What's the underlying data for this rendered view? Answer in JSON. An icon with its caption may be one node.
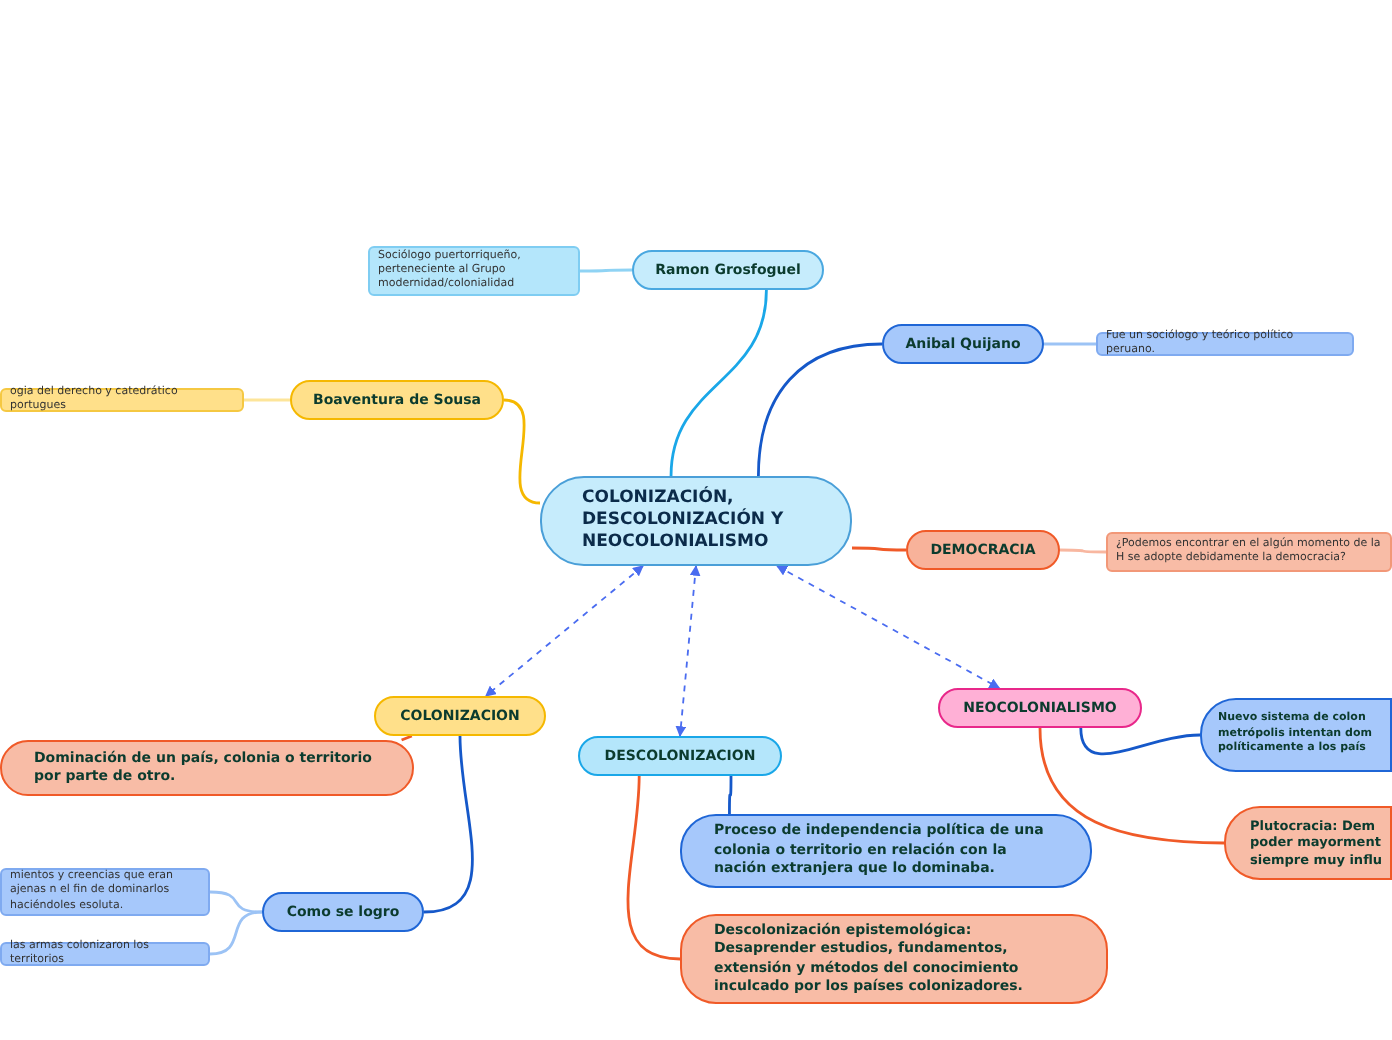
{
  "diagram": {
    "nodes": [
      {
        "text": [
          "COLONIZACIÓN, DESCOLONIZACIÓN Y NEOCOLONIALISMO"
        ]
      },
      {
        "text": [
          "Ramon Grosfoguel"
        ]
      },
      {
        "text": [
          "Sociólogo puertorriqueño, perteneciente al Grupo modernidad/colonialidad"
        ]
      },
      {
        "text": [
          "Boaventura de Sousa"
        ]
      },
      {
        "text": [
          "ogia del derecho y catedrático portugues"
        ]
      },
      {
        "text": [
          "Anibal Quijano"
        ]
      },
      {
        "text": [
          "Fue un sociólogo y teórico político peruano."
        ]
      },
      {
        "text": [
          "DEMOCRACIA"
        ]
      },
      {
        "text": [
          "¿Podemos encontrar en el algún momento de la H se adopte debidamente la democracia?"
        ]
      },
      {
        "text": [
          "COLONIZACION"
        ]
      },
      {
        "text": [
          "Dominación de un país, colonia o territorio por parte de otro."
        ]
      },
      {
        "text": [
          "Como se logro"
        ]
      },
      {
        "text": [
          "mientos y creencias que eran ajenas n el fin de dominarlos haciéndoles esoluta."
        ]
      },
      {
        "text": [
          "las armas colonizaron los territorios"
        ]
      },
      {
        "text": [
          "DESCOLONIZACION"
        ]
      },
      {
        "text": [
          "Proceso de independencia política de una colonia o territorio en relación con la nación extranjera que lo dominaba."
        ]
      },
      {
        "text": [
          "Descolonización epistemológica: Desaprender estudios, fundamentos, extensión y métodos del conocimiento inculcado por los países colonizadores."
        ]
      },
      {
        "text": [
          "NEOCOLONIALISMO"
        ]
      },
      {
        "text": [
          "Nuevo sistema de colon metrópolis intentan dom políticamente a los país"
        ]
      },
      {
        "text": [
          "Plutocracia: Dem poder mayorment siempre muy influ"
        ]
      }
    ],
    "edges": [
      {
        "from": 0,
        "to": 1,
        "arrow": "none",
        "color": "#1aa7e8"
      },
      {
        "from": 1,
        "to": 2,
        "arrow": "none",
        "color": "#8fd3f4"
      },
      {
        "from": 0,
        "to": 3,
        "arrow": "none",
        "color": "#f5b800"
      },
      {
        "from": 3,
        "to": 4,
        "arrow": "none",
        "color": "#fde59a"
      },
      {
        "from": 0,
        "to": 5,
        "arrow": "none",
        "color": "#1558c9"
      },
      {
        "from": 5,
        "to": 6,
        "arrow": "none",
        "color": "#9cc3f5"
      },
      {
        "from": 0,
        "to": 7,
        "arrow": "none",
        "color": "#f05a28"
      },
      {
        "from": 7,
        "to": 8,
        "arrow": "none",
        "color": "#f8b7a0"
      },
      {
        "from": 0,
        "to": 9,
        "arrow": "both",
        "style": "dashed",
        "color": "#4a6cf0"
      },
      {
        "from": 0,
        "to": 14,
        "arrow": "both",
        "style": "dashed",
        "color": "#4a6cf0"
      },
      {
        "from": 0,
        "to": 17,
        "arrow": "both",
        "style": "dashed",
        "color": "#4a6cf0"
      },
      {
        "from": 9,
        "to": 10,
        "arrow": "none",
        "color": "#f05a28"
      },
      {
        "from": 9,
        "to": 11,
        "arrow": "none",
        "color": "#1558c9"
      },
      {
        "from": 11,
        "to": 12,
        "arrow": "none",
        "color": "#9cc3f5"
      },
      {
        "from": 11,
        "to": 13,
        "arrow": "none",
        "color": "#9cc3f5"
      },
      {
        "from": 14,
        "to": 15,
        "arrow": "none",
        "color": "#1558c9"
      },
      {
        "from": 14,
        "to": 16,
        "arrow": "none",
        "color": "#f05a28"
      },
      {
        "from": 17,
        "to": 18,
        "arrow": "none",
        "color": "#1558c9"
      },
      {
        "from": 17,
        "to": 19,
        "arrow": "none",
        "color": "#f05a28"
      }
    ]
  }
}
